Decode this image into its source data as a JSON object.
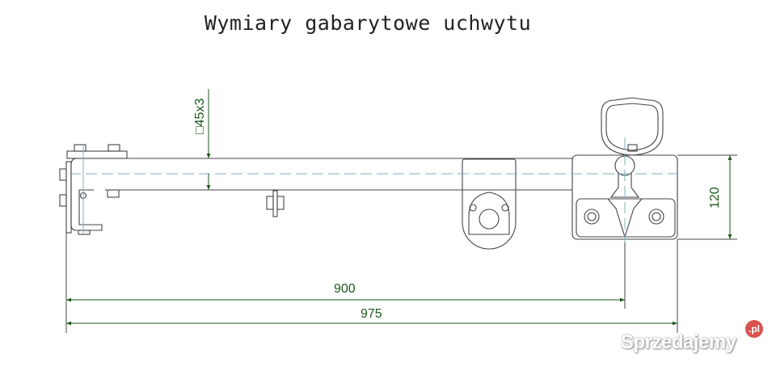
{
  "title": "Wymiary gabarytowe uchwytu",
  "dimensions": {
    "tube_profile": "□45x3",
    "height": "120",
    "length_to_ball": "900",
    "overall_length": "975"
  },
  "colors": {
    "outline": "#444444",
    "dimension": "#1d5a1d",
    "centerline": "#7fb0c0"
  },
  "watermark": {
    "text": "Sprzedajemy",
    "badge": ".pl"
  }
}
